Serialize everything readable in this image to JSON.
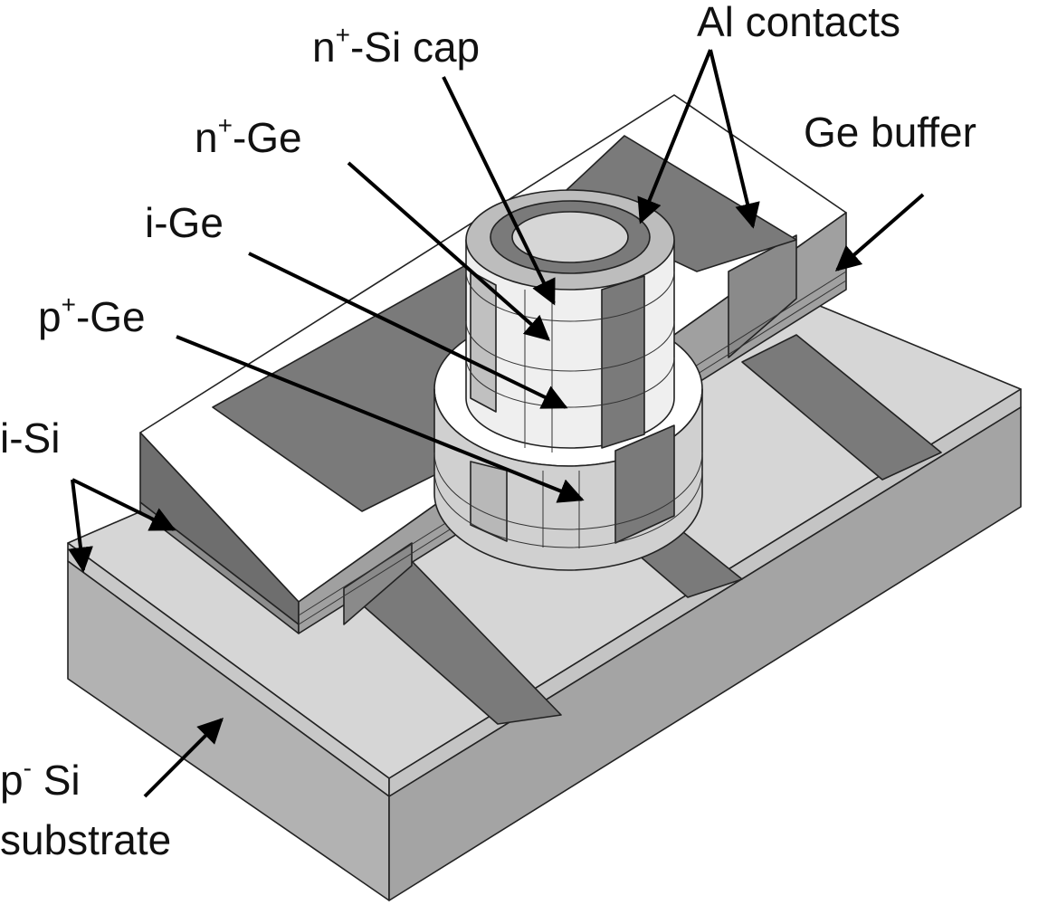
{
  "labels": {
    "n_si_cap": {
      "base": "n",
      "sup": "+",
      "rest": "-Si cap"
    },
    "al_contacts": "Al contacts",
    "n_ge": {
      "base": "n",
      "sup": "+",
      "rest": "-Ge"
    },
    "ge_buffer": "Ge buffer",
    "i_ge": "i-Ge",
    "p_ge": {
      "base": "p",
      "sup": "+",
      "rest": "-Ge"
    },
    "i_si": "i-Si",
    "p_si_substrate": {
      "base": "p",
      "sup": "-",
      "rest": " Si",
      "line2": "substrate"
    }
  },
  "colors": {
    "light_gray": "#d6d6d6",
    "mid_gray": "#a8a8a8",
    "dark_gray": "#7a7a7a",
    "white": "#ffffff",
    "arrow": "#000000"
  }
}
